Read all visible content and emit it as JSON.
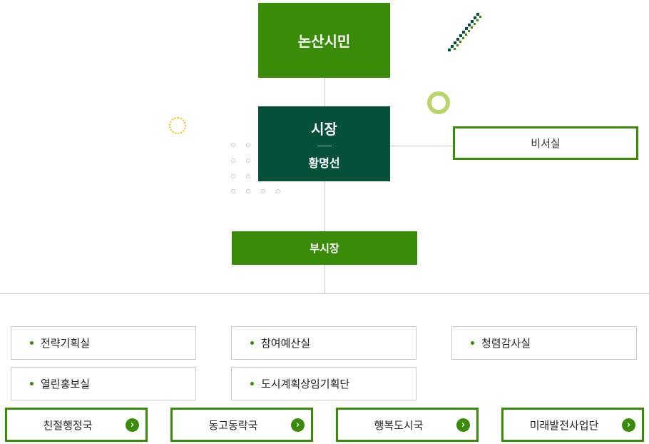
{
  "org": {
    "citizens": "논산시민",
    "mayor": {
      "title": "시장",
      "name": "황명선"
    },
    "secretary": "비서실",
    "vice_mayor": "부시장"
  },
  "offices": [
    "전략기획실",
    "참여예산실",
    "청렴감사실",
    "열린홍보실",
    "도시계획상임기획단"
  ],
  "bureaus": [
    {
      "label": "친절행정국",
      "arrow": "›"
    },
    {
      "label": "동고동락국",
      "arrow": "›"
    },
    {
      "label": "행복도시국",
      "arrow": "›"
    },
    {
      "label": "미래발전사업단",
      "arrow": "›"
    }
  ],
  "colors": {
    "primary_green": "#3a8c08",
    "dark_green": "#04503a",
    "light_green_ring": "#b8d56a",
    "yellow_ring": "#e6c200",
    "line_gray": "#cccccc"
  },
  "icons": {
    "bureau_arrow": "chevron-right-icon",
    "decoration": [
      "diagonal-stripe-icon",
      "green-ring-icon",
      "yellow-dotted-ring-icon",
      "dot-grid-icon"
    ]
  }
}
